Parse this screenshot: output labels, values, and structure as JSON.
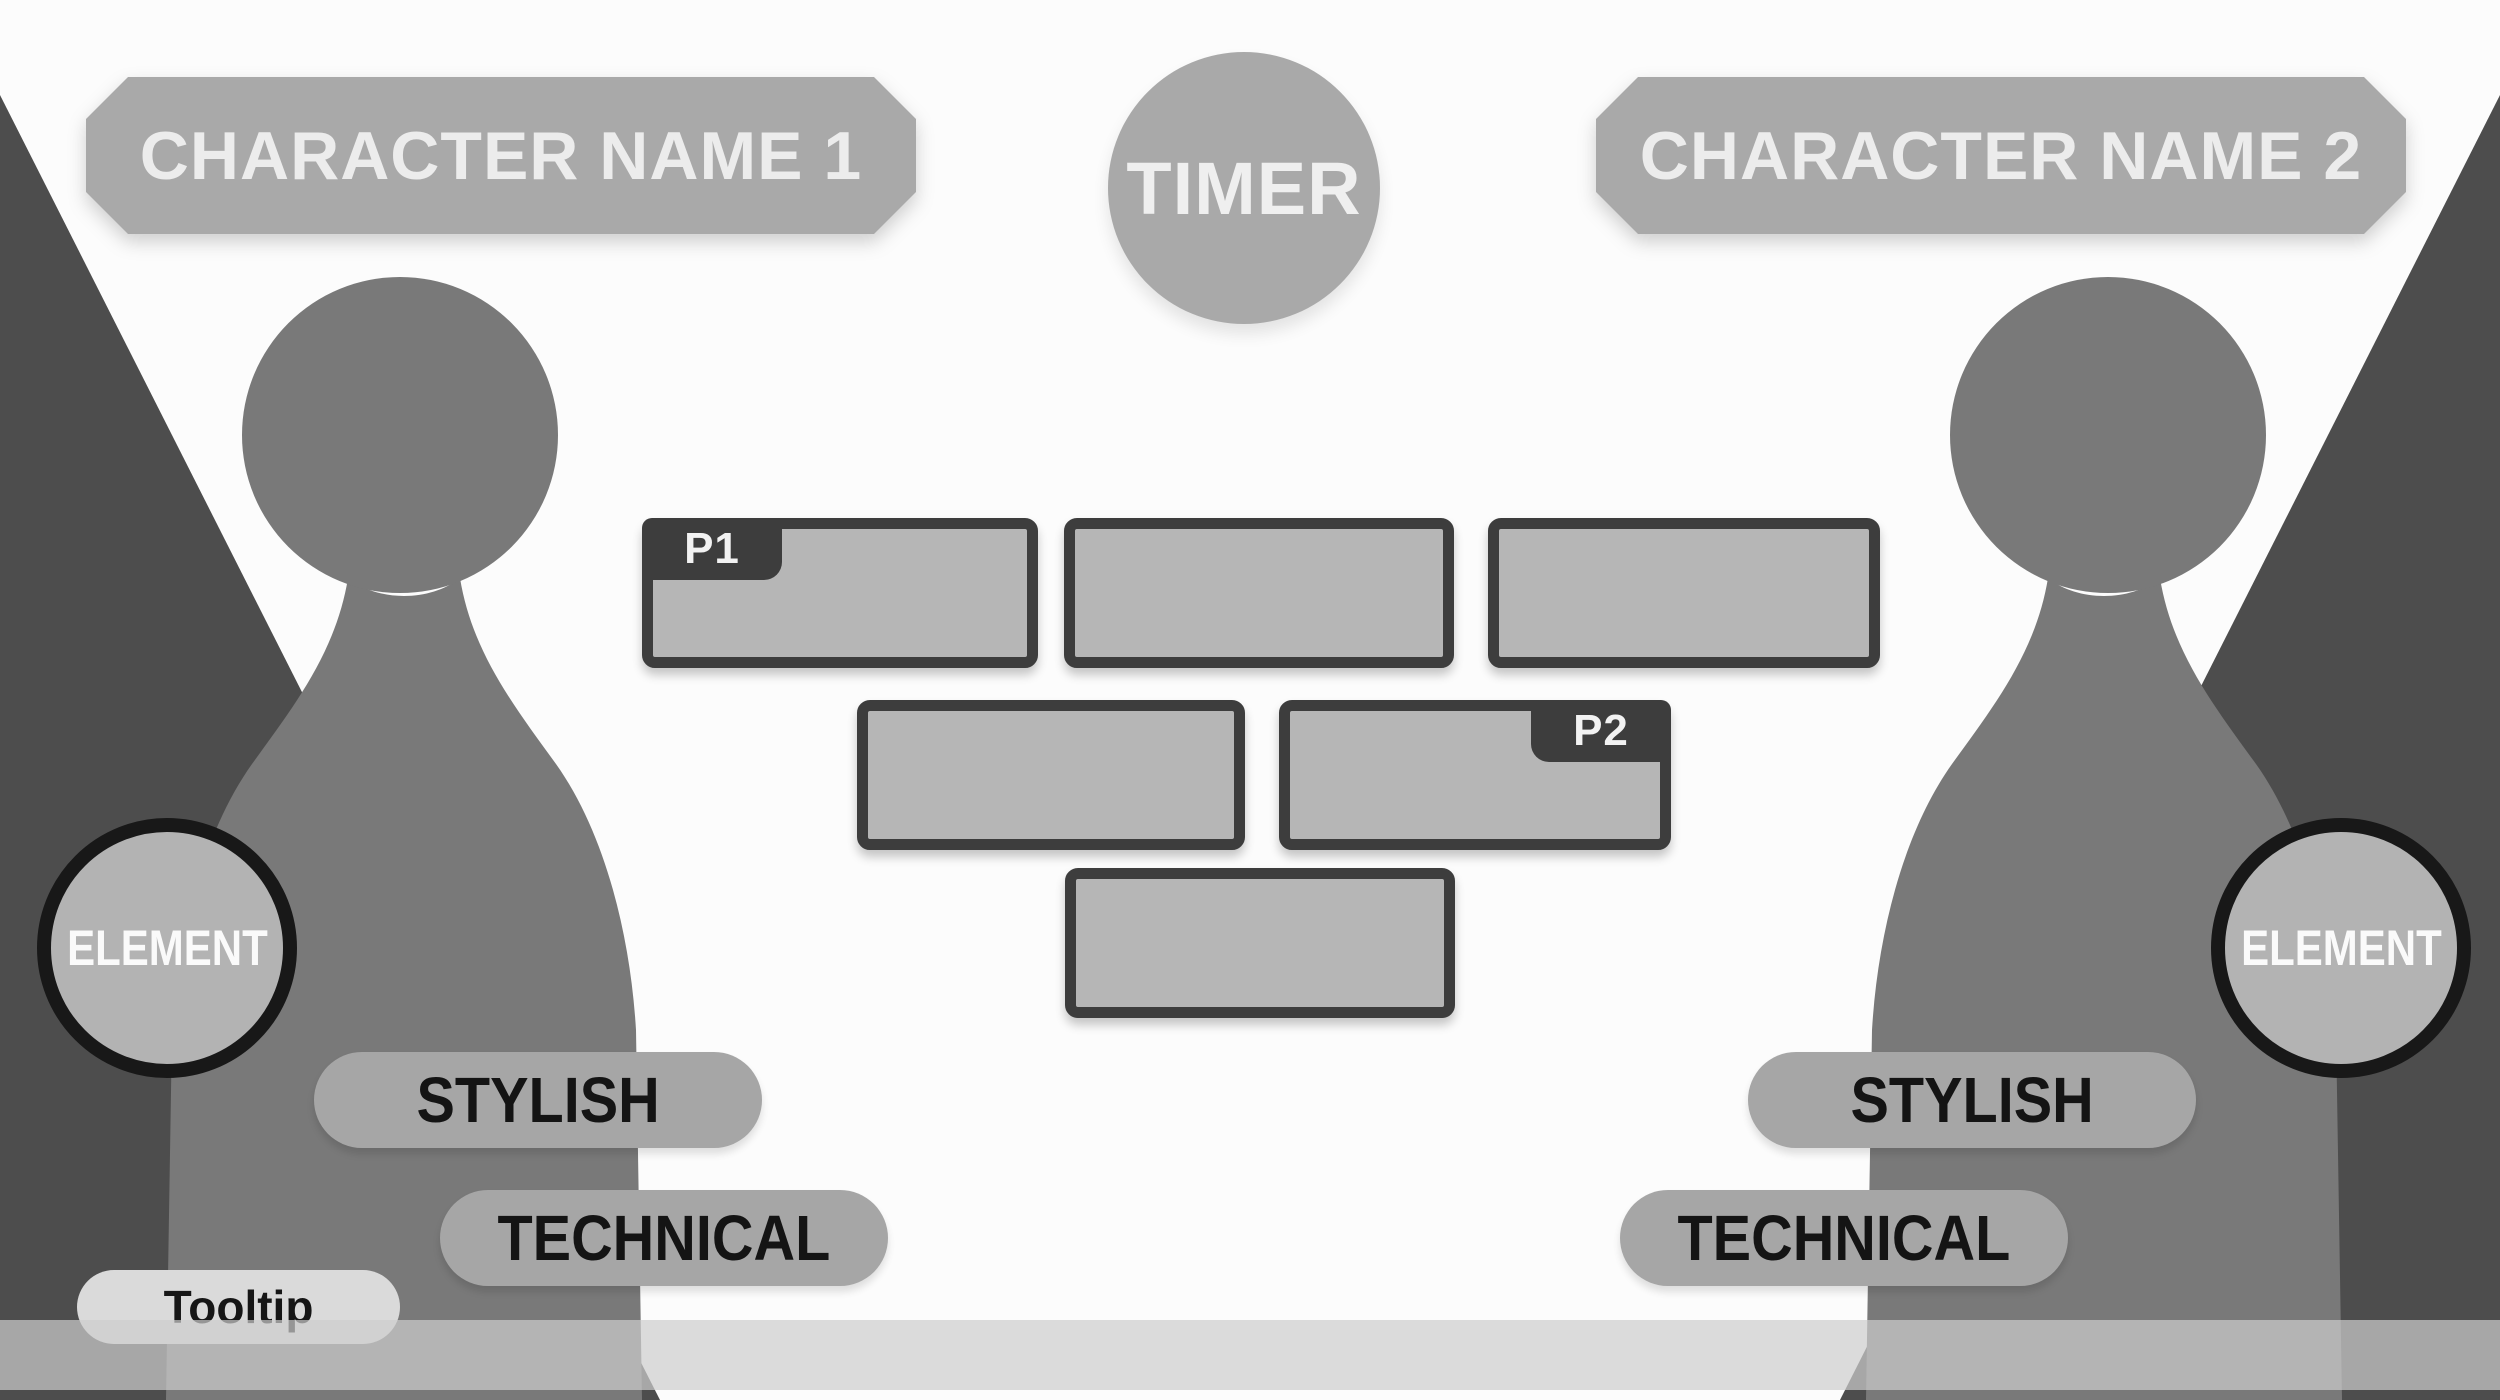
{
  "timer": {
    "label": "TIMER"
  },
  "tooltip": {
    "label": "Tooltip"
  },
  "player1": {
    "name": "CHARACTER NAME 1",
    "tag": "P1",
    "element_label": "ELEMENT",
    "stylish_label": "STYLISH",
    "technical_label": "TECHNICAL"
  },
  "player2": {
    "name": "CHARACTER NAME 2",
    "tag": "P2",
    "element_label": "ELEMENT",
    "stylish_label": "STYLISH",
    "technical_label": "TECHNICAL"
  },
  "card_board": {
    "slot_count": "6"
  },
  "palette": {
    "background": "#fcfcfc",
    "panel_gray": "#a9a9a9",
    "spotlight_wedge": "#4d4d4d",
    "silhouette": "#797979",
    "card_fill": "#b6b6b6",
    "card_border": "#3d3d3d",
    "element_fill": "#b3b3b3",
    "element_ring": "#181818",
    "tooltip_fill": "#dadada",
    "bottom_bar": "rgba(205,205,205,0.7)"
  }
}
